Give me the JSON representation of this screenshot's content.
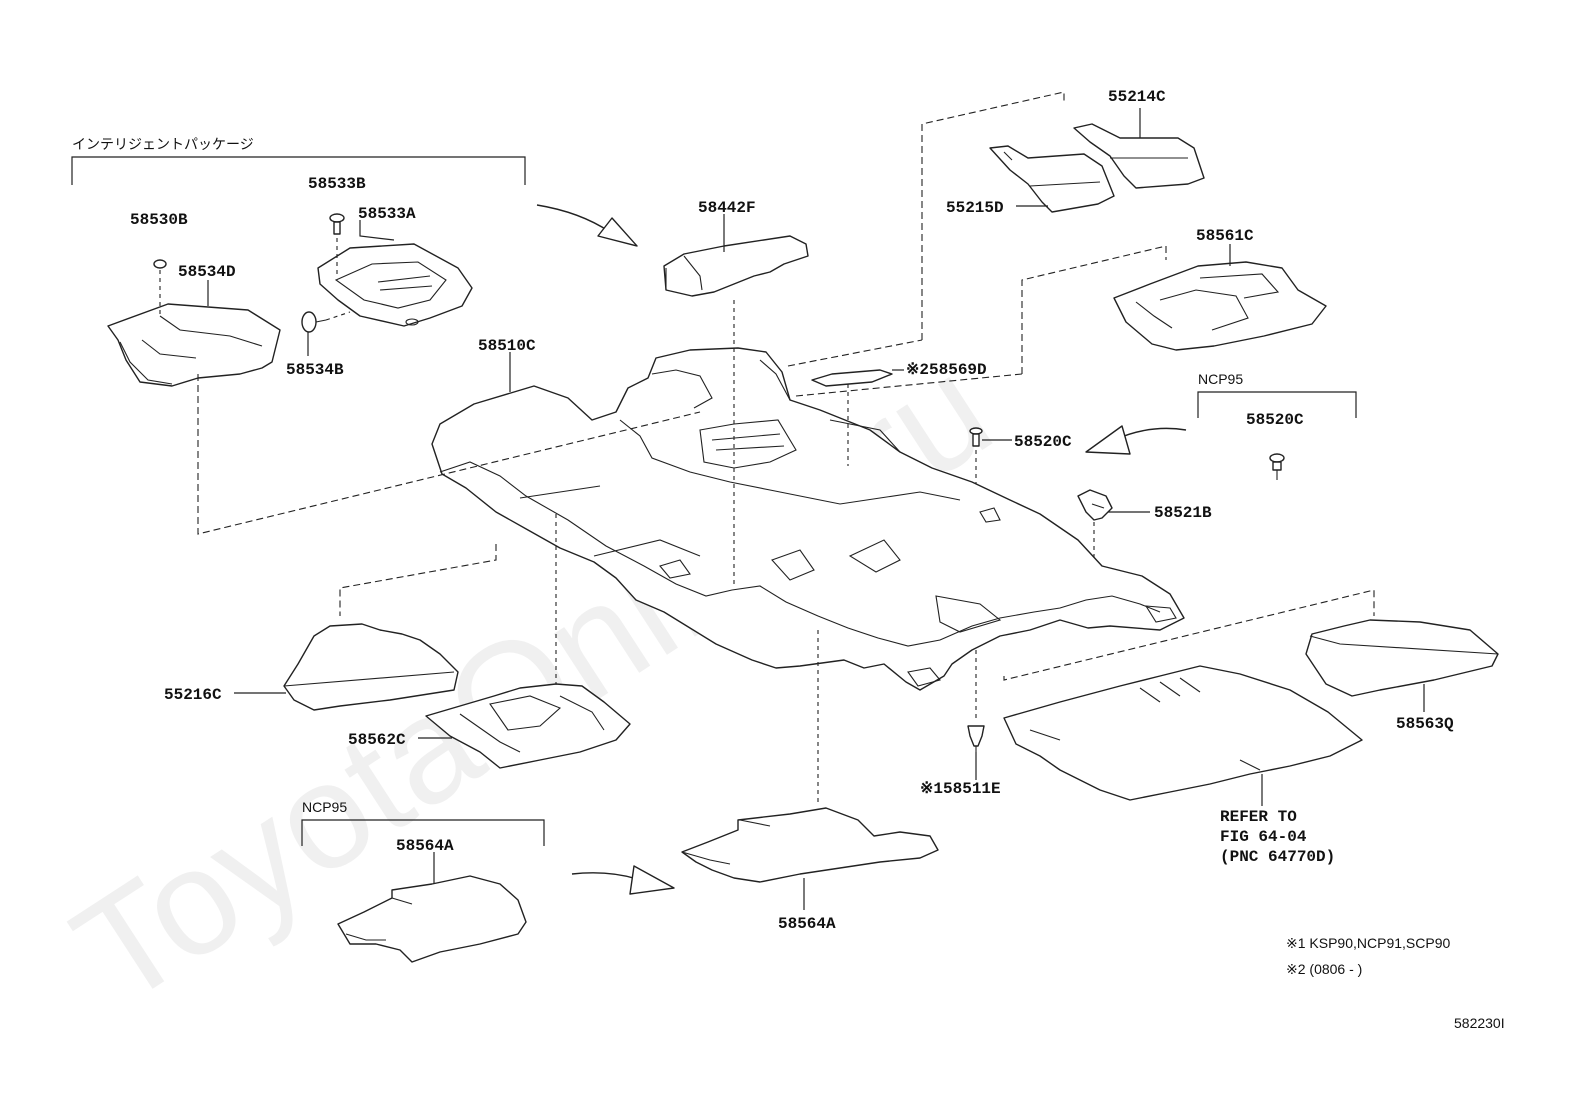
{
  "watermark": "ToyotaOnline.ru",
  "group_labels": {
    "intelligent_package": "インテリジェントパッケージ",
    "ncp95_right": "NCP95",
    "ncp95_left": "NCP95"
  },
  "parts": {
    "p55214C": "55214C",
    "p55215D": "55215D",
    "p58442F": "58442F",
    "p58561C": "58561C",
    "p58569D": "※258569D",
    "p58533B": "58533B",
    "p58533A": "58533A",
    "p58530B": "58530B",
    "p58534D": "58534D",
    "p58534B": "58534B",
    "p58510C": "58510C",
    "p58520C_main": "58520C",
    "p58520C_box": "58520C",
    "p58521B": "58521B",
    "p55216C": "55216C",
    "p58562C": "58562C",
    "p58563Q": "58563Q",
    "p58511E": "※158511E",
    "p58564A_left": "58564A",
    "p58564A_center": "58564A"
  },
  "refer": {
    "line1": "REFER TO",
    "line2": "FIG 64-04",
    "line3": "(PNC 64770D)"
  },
  "notes": {
    "note1": "※1 KSP90,NCP91,SCP90",
    "note2": "※2 (0806 -        )"
  },
  "figure_id": "582230I"
}
